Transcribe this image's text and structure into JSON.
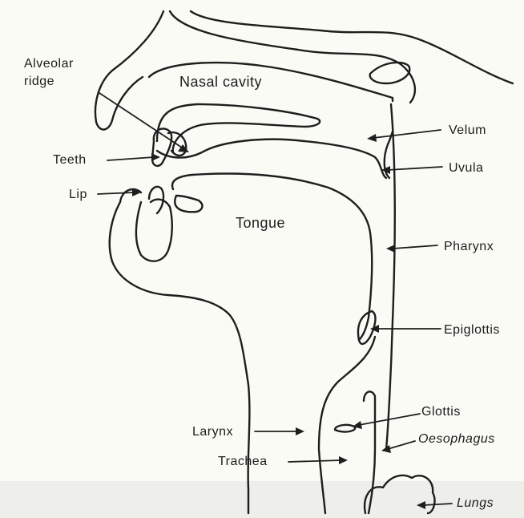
{
  "labels": {
    "nasal_cavity": "Nasal cavity",
    "alveolar_ridge_line1": "Alveolar",
    "alveolar_ridge_line2": "ridge",
    "teeth": "Teeth",
    "lip": "Lip",
    "tongue": "Tongue",
    "velum": "Velum",
    "uvula": "Uvula",
    "pharynx": "Pharynx",
    "epiglottis": "Epiglottis",
    "glottis": "Glottis",
    "oesophagus": "Oesophagus",
    "larynx": "Larynx",
    "trachea": "Trachea",
    "lungs": "Lungs"
  },
  "colors": {
    "ink": "#1e1e1e",
    "paper": "#fbfbf6"
  }
}
